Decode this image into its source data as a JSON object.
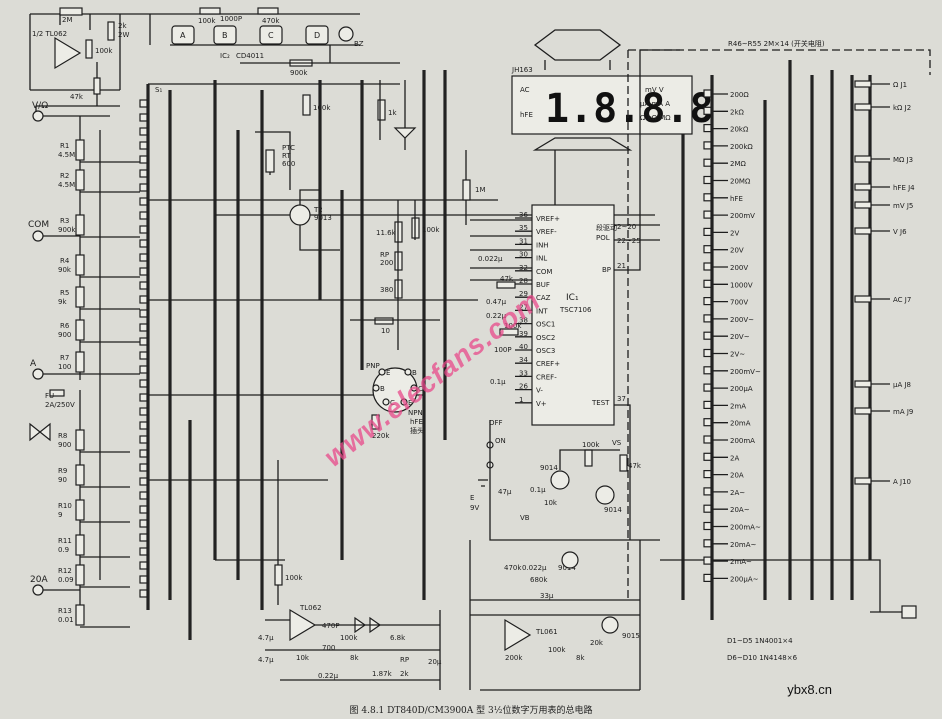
{
  "caption": "图 4.8.1  DT840D/CM3900A 型 3½位数字万用表的总电路",
  "watermark": "www.elecfans.com",
  "site": "ybx8.cn",
  "lcd": {
    "model": "JH163",
    "digits": "1.8.8.8",
    "mode_labels": [
      "AC",
      "hFE",
      "mV V",
      "μA mA A",
      "Ω kΩ MΩ"
    ]
  },
  "chips": {
    "ic1_name": "IC₁",
    "ic1_part": "TSC7106",
    "ic2_part": "CD4011",
    "ic2_name": "IC₂",
    "ic3_part": "TL062",
    "ic4_part": "TL061",
    "op_half": "1/2 TL062"
  },
  "ic1_pins_left": [
    {
      "num": "36",
      "name": "VREF+"
    },
    {
      "num": "35",
      "name": "VREF-"
    },
    {
      "num": "31",
      "name": "INH"
    },
    {
      "num": "30",
      "name": "INL"
    },
    {
      "num": "32",
      "name": "COM"
    },
    {
      "num": "28",
      "name": "BUF"
    },
    {
      "num": "29",
      "name": "CAZ"
    },
    {
      "num": "27",
      "name": "INT"
    },
    {
      "num": "38",
      "name": "OSC1"
    },
    {
      "num": "39",
      "name": "OSC2"
    },
    {
      "num": "40",
      "name": "OSC3"
    },
    {
      "num": "34",
      "name": "CREF+"
    },
    {
      "num": "33",
      "name": "CREF-"
    },
    {
      "num": "26",
      "name": "V-"
    },
    {
      "num": "1",
      "name": "V+"
    }
  ],
  "ic1_right": {
    "drive_label": "段驱动",
    "pol_label": "POL",
    "pins_a": "2~20",
    "pins_b": "22~25",
    "bp_label": "BP",
    "bp_pin": "21",
    "test_label": "TEST",
    "test_pin": "37"
  },
  "terminals": {
    "vohm": "V/Ω",
    "com": "COM",
    "ma": "A",
    "a20": "20A",
    "fuse": "FU",
    "fuse_rating": "2A/250V"
  },
  "divider_resistors": [
    {
      "ref": "R1",
      "value": "4.5M"
    },
    {
      "ref": "R2",
      "value": "4.5M"
    },
    {
      "ref": "R3",
      "value": "900k"
    },
    {
      "ref": "R4",
      "value": "90k"
    },
    {
      "ref": "R5",
      "value": "9k"
    },
    {
      "ref": "R6",
      "value": "900"
    },
    {
      "ref": "R7",
      "value": "100"
    }
  ],
  "shunt_resistors": [
    {
      "ref": "R8",
      "value": "900"
    },
    {
      "ref": "R9",
      "value": "90"
    },
    {
      "ref": "R10",
      "value": "9"
    },
    {
      "ref": "R11",
      "value": "0.9"
    },
    {
      "ref": "R12",
      "value": "0.09"
    },
    {
      "ref": "R13",
      "value": "0.01"
    }
  ],
  "top_parts": [
    {
      "ref": "R15",
      "value": "100k"
    },
    {
      "ref": "C",
      "value": "1000P"
    },
    {
      "ref": "R20",
      "value": "470k"
    },
    {
      "ref": "R14",
      "value": "2M"
    },
    {
      "ref": "R16",
      "value": "2k"
    },
    {
      "ref": "R16b",
      "value": "2W"
    },
    {
      "ref": "R17",
      "value": "100k"
    },
    {
      "ref": "R18",
      "value": "47k"
    },
    {
      "ref": "R21",
      "value": "900k"
    },
    {
      "ref": "R22",
      "value": "100k"
    },
    {
      "ref": "R23",
      "value": "1k"
    }
  ],
  "gates": [
    "A",
    "B",
    "C",
    "D"
  ],
  "buzzer": "BZ",
  "mid_parts": [
    {
      "ref": "PTC",
      "value": "RT"
    },
    {
      "ref": "RT",
      "value": "600"
    },
    {
      "ref": "T2",
      "value": "9013"
    },
    {
      "ref": "R24",
      "value": "11.6k"
    },
    {
      "ref": "R25",
      "value": "100k"
    },
    {
      "ref": "RP",
      "value": "200"
    },
    {
      "ref": "R26",
      "value": "380"
    },
    {
      "ref": "R27",
      "value": "10"
    },
    {
      "ref": "R28",
      "value": "220k"
    },
    {
      "ref": "R30",
      "value": "1M"
    },
    {
      "ref": "R",
      "value": "100k"
    }
  ],
  "hfe_socket": {
    "pnp": "PNP",
    "npn": "NPN",
    "socket": "hFE",
    "socket_sub": "插头",
    "pins": [
      "E",
      "B",
      "C",
      "E",
      "C",
      "B"
    ]
  },
  "ic1_caps": [
    {
      "ref": "C",
      "value": "0.022μ"
    },
    {
      "ref": "R",
      "value": "47k"
    },
    {
      "ref": "C",
      "value": "0.47μ"
    },
    {
      "ref": "C",
      "value": "0.22μ"
    },
    {
      "ref": "R",
      "value": "100k"
    },
    {
      "ref": "C",
      "value": "100P"
    },
    {
      "ref": "C",
      "value": "0.1μ"
    }
  ],
  "power": {
    "off": "OFF",
    "on": "ON",
    "battery": "E",
    "battery_v": "9V",
    "filter_cap": "47μ",
    "t4": "9014",
    "t5": "9014",
    "r_t4": "100k",
    "r_t5": "47k",
    "r_base": "10k",
    "c_base": "0.1μ",
    "vs": "VS",
    "vb": "VB"
  },
  "ac_section": {
    "c_a": "4.7μ",
    "c_b": "4.7μ",
    "c_470p": "470P",
    "r_100k": "100k",
    "r_6_8k": "6.8k",
    "c_0_22": "0.22μ",
    "r_1_87k": "1.87k",
    "rp_label": "RP",
    "r_2k": "2k",
    "c_20": "20μ",
    "r_10k": "10k",
    "r_8k": "8k",
    "r_700": "700"
  },
  "low_section": {
    "r_470k": "470k",
    "c_0_022": "0.022μ",
    "r_680k": "680k",
    "c_33": "33μ",
    "t9014": "9014",
    "t9015": "9015",
    "r_200k": "200k",
    "r_20k": "20k",
    "r_100k": "100k",
    "r_8k": "8k"
  },
  "selector": {
    "title": "R46~R55 2M×14 (开关电阻)",
    "ranges": [
      "200Ω",
      "2kΩ",
      "20kΩ",
      "200kΩ",
      "2MΩ",
      "20MΩ",
      "hFE",
      "200mV",
      "2V",
      "20V",
      "200V",
      "1000V",
      "700V",
      "200V~",
      "20V~",
      "2V~",
      "200mV~",
      "200μA",
      "2mA",
      "20mA",
      "200mA",
      "2A",
      "20A",
      "2A~",
      "20A~",
      "200mA~",
      "20mA~",
      "2mA~",
      "200μA~"
    ],
    "outputs": [
      "Ω J1",
      "kΩ J2",
      "MΩ J3",
      "hFE J4",
      "mV J5",
      "V J6",
      "AC J7",
      "μA J8",
      "mA J9",
      "A J10"
    ]
  },
  "diodes": {
    "line1": "D1~D5    1N4001×4",
    "line2": "D6~D10   1N4148×6"
  }
}
